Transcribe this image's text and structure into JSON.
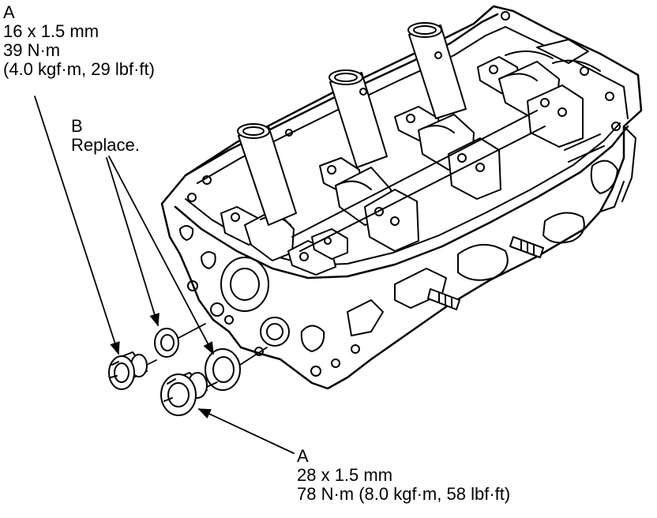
{
  "callouts": {
    "a_small_plug": {
      "letter": "A",
      "size": "16 x 1.5 mm",
      "torque_nm": "39 N·m",
      "torque_alt": "(4.0 kgf·m, 29 lbf·ft)"
    },
    "b_washers": {
      "letter": "B",
      "note": "Replace."
    },
    "a_large_plug": {
      "letter": "A",
      "size": "28 x 1.5 mm",
      "torque": "78 N·m (8.0 kgf·m, 58 lbf·ft)"
    }
  },
  "drawing": {
    "line_color": "#000000",
    "background": "#ffffff"
  }
}
